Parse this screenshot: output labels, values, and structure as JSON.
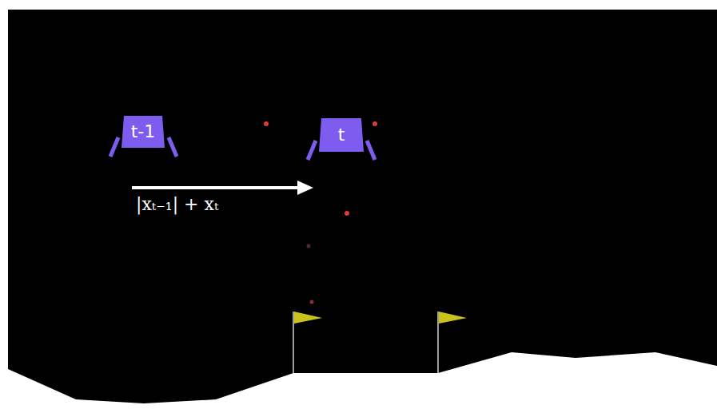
{
  "diagram": {
    "nodes": [
      {
        "text": [
          "t-1"
        ]
      },
      {
        "text": [
          "t"
        ]
      }
    ],
    "labels": [
      "|xₜ₋₁| + xₜ"
    ]
  }
}
